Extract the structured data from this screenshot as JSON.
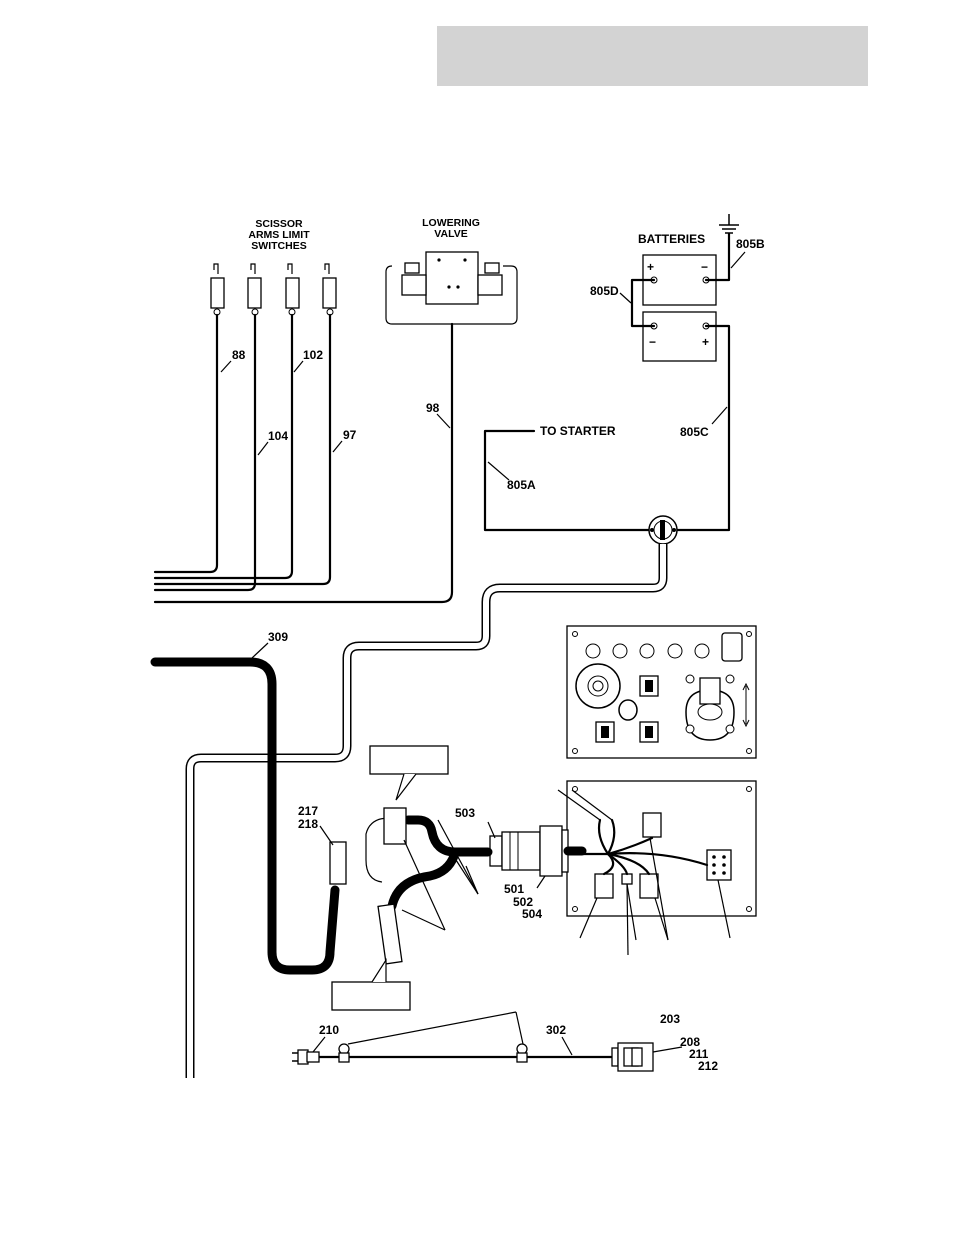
{
  "labels": {
    "scissor_title": [
      "SCISSOR",
      "ARMS LIMIT",
      "SWITCHES"
    ],
    "lowering_title": [
      "LOWERING",
      "VALVE"
    ],
    "batteries": "BATTERIES",
    "to_starter": "TO STARTER",
    "plus": "+",
    "minus": "−",
    "wires": {
      "w88": "88",
      "w102": "102",
      "w104": "104",
      "w97": "97",
      "w98": "98",
      "w805a": "805A",
      "w805b": "805B",
      "w805c": "805C",
      "w805d": "805D",
      "w309": "309"
    },
    "parts": {
      "p217": "217",
      "p218": "218",
      "p503": "503",
      "p501": "501",
      "p502": "502",
      "p504": "504",
      "p210": "210",
      "p302": "302",
      "p203": "203",
      "p208": "208",
      "p211": "211",
      "p212": "212"
    }
  }
}
